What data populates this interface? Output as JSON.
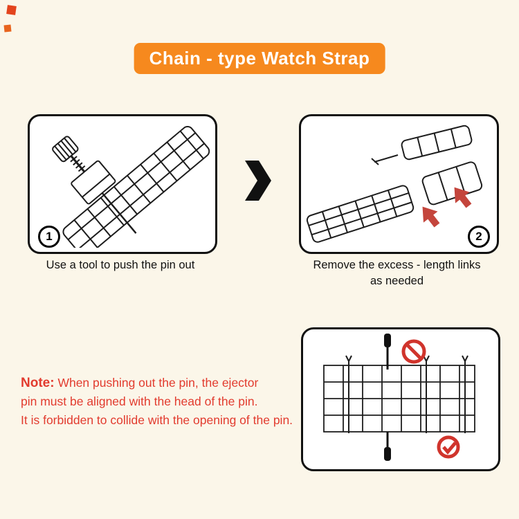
{
  "page": {
    "background": "#FBF6E9"
  },
  "banner": {
    "label": "Chain - type Watch Strap",
    "bg_color": "#F6891E",
    "text_color": "#FFFFFF"
  },
  "steps": [
    {
      "number": "1",
      "caption": "Use a tool to push the pin out"
    },
    {
      "number": "2",
      "caption_line1": "Remove the excess - length links",
      "caption_line2": "as needed"
    }
  ],
  "note": {
    "label": "Note:",
    "lines": [
      "When pushing out the pin, the ejector",
      "pin must be aligned with the head of the pin.",
      "It is forbidden to collide with the opening of the pin."
    ],
    "color": "#E23B2E"
  },
  "icons": {
    "between_steps": "chevron-right-icon",
    "wrong_marker": "prohibition-icon",
    "correct_marker": "check-icon",
    "arrow_color": "#C4453C",
    "marker_color": "#D0342C"
  }
}
